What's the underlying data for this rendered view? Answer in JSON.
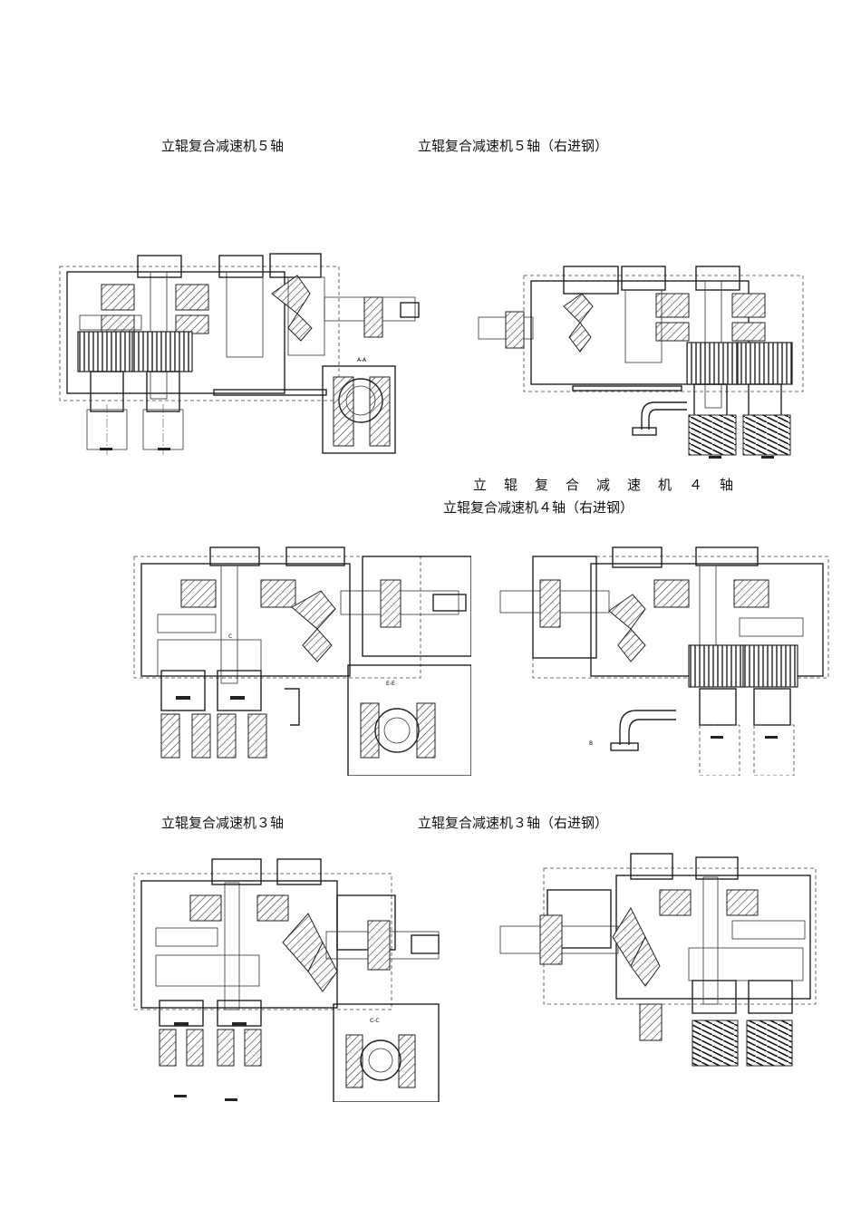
{
  "captions": {
    "row1_left": "立辊复合减速机５轴",
    "row1_right": "立辊复合减速机５轴（右进钢）",
    "row2_spaced": "立辊复合减速机４轴",
    "row2_right": "立辊复合减速机４轴（右进钢）",
    "row3_left": "立辊复合减速机３轴",
    "row3_right": "立辊复合减速机３轴（右进钢）"
  },
  "drawing_labels": {
    "section_a": "A-A",
    "section_e": "E-E",
    "section_c": "C-C",
    "mark_c": "C",
    "mark_b": "B"
  }
}
